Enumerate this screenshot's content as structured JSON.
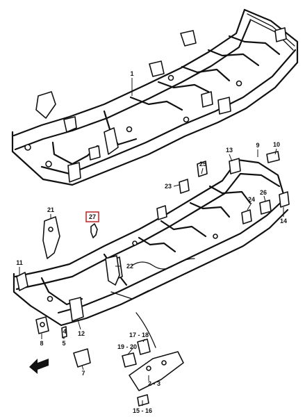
{
  "colors": {
    "line": "#111111",
    "background": "#ffffff",
    "highlight": "#d11a1a"
  },
  "highlighted_part": "27",
  "labels": {
    "p1": "1",
    "p9": "9",
    "p10": "10",
    "p13": "13",
    "p25": "25",
    "p23": "23",
    "p24": "24",
    "p26": "26",
    "p14": "14",
    "p21": "21",
    "p27": "27",
    "p11": "11",
    "p22": "22",
    "p8": "8",
    "p4": "4",
    "p5": "5",
    "p12": "12",
    "p7": "7",
    "p17_18": "17 - 18",
    "p19_20": "19 - 20",
    "p2_3": "2 - 3",
    "p15_16": "15 - 16"
  }
}
